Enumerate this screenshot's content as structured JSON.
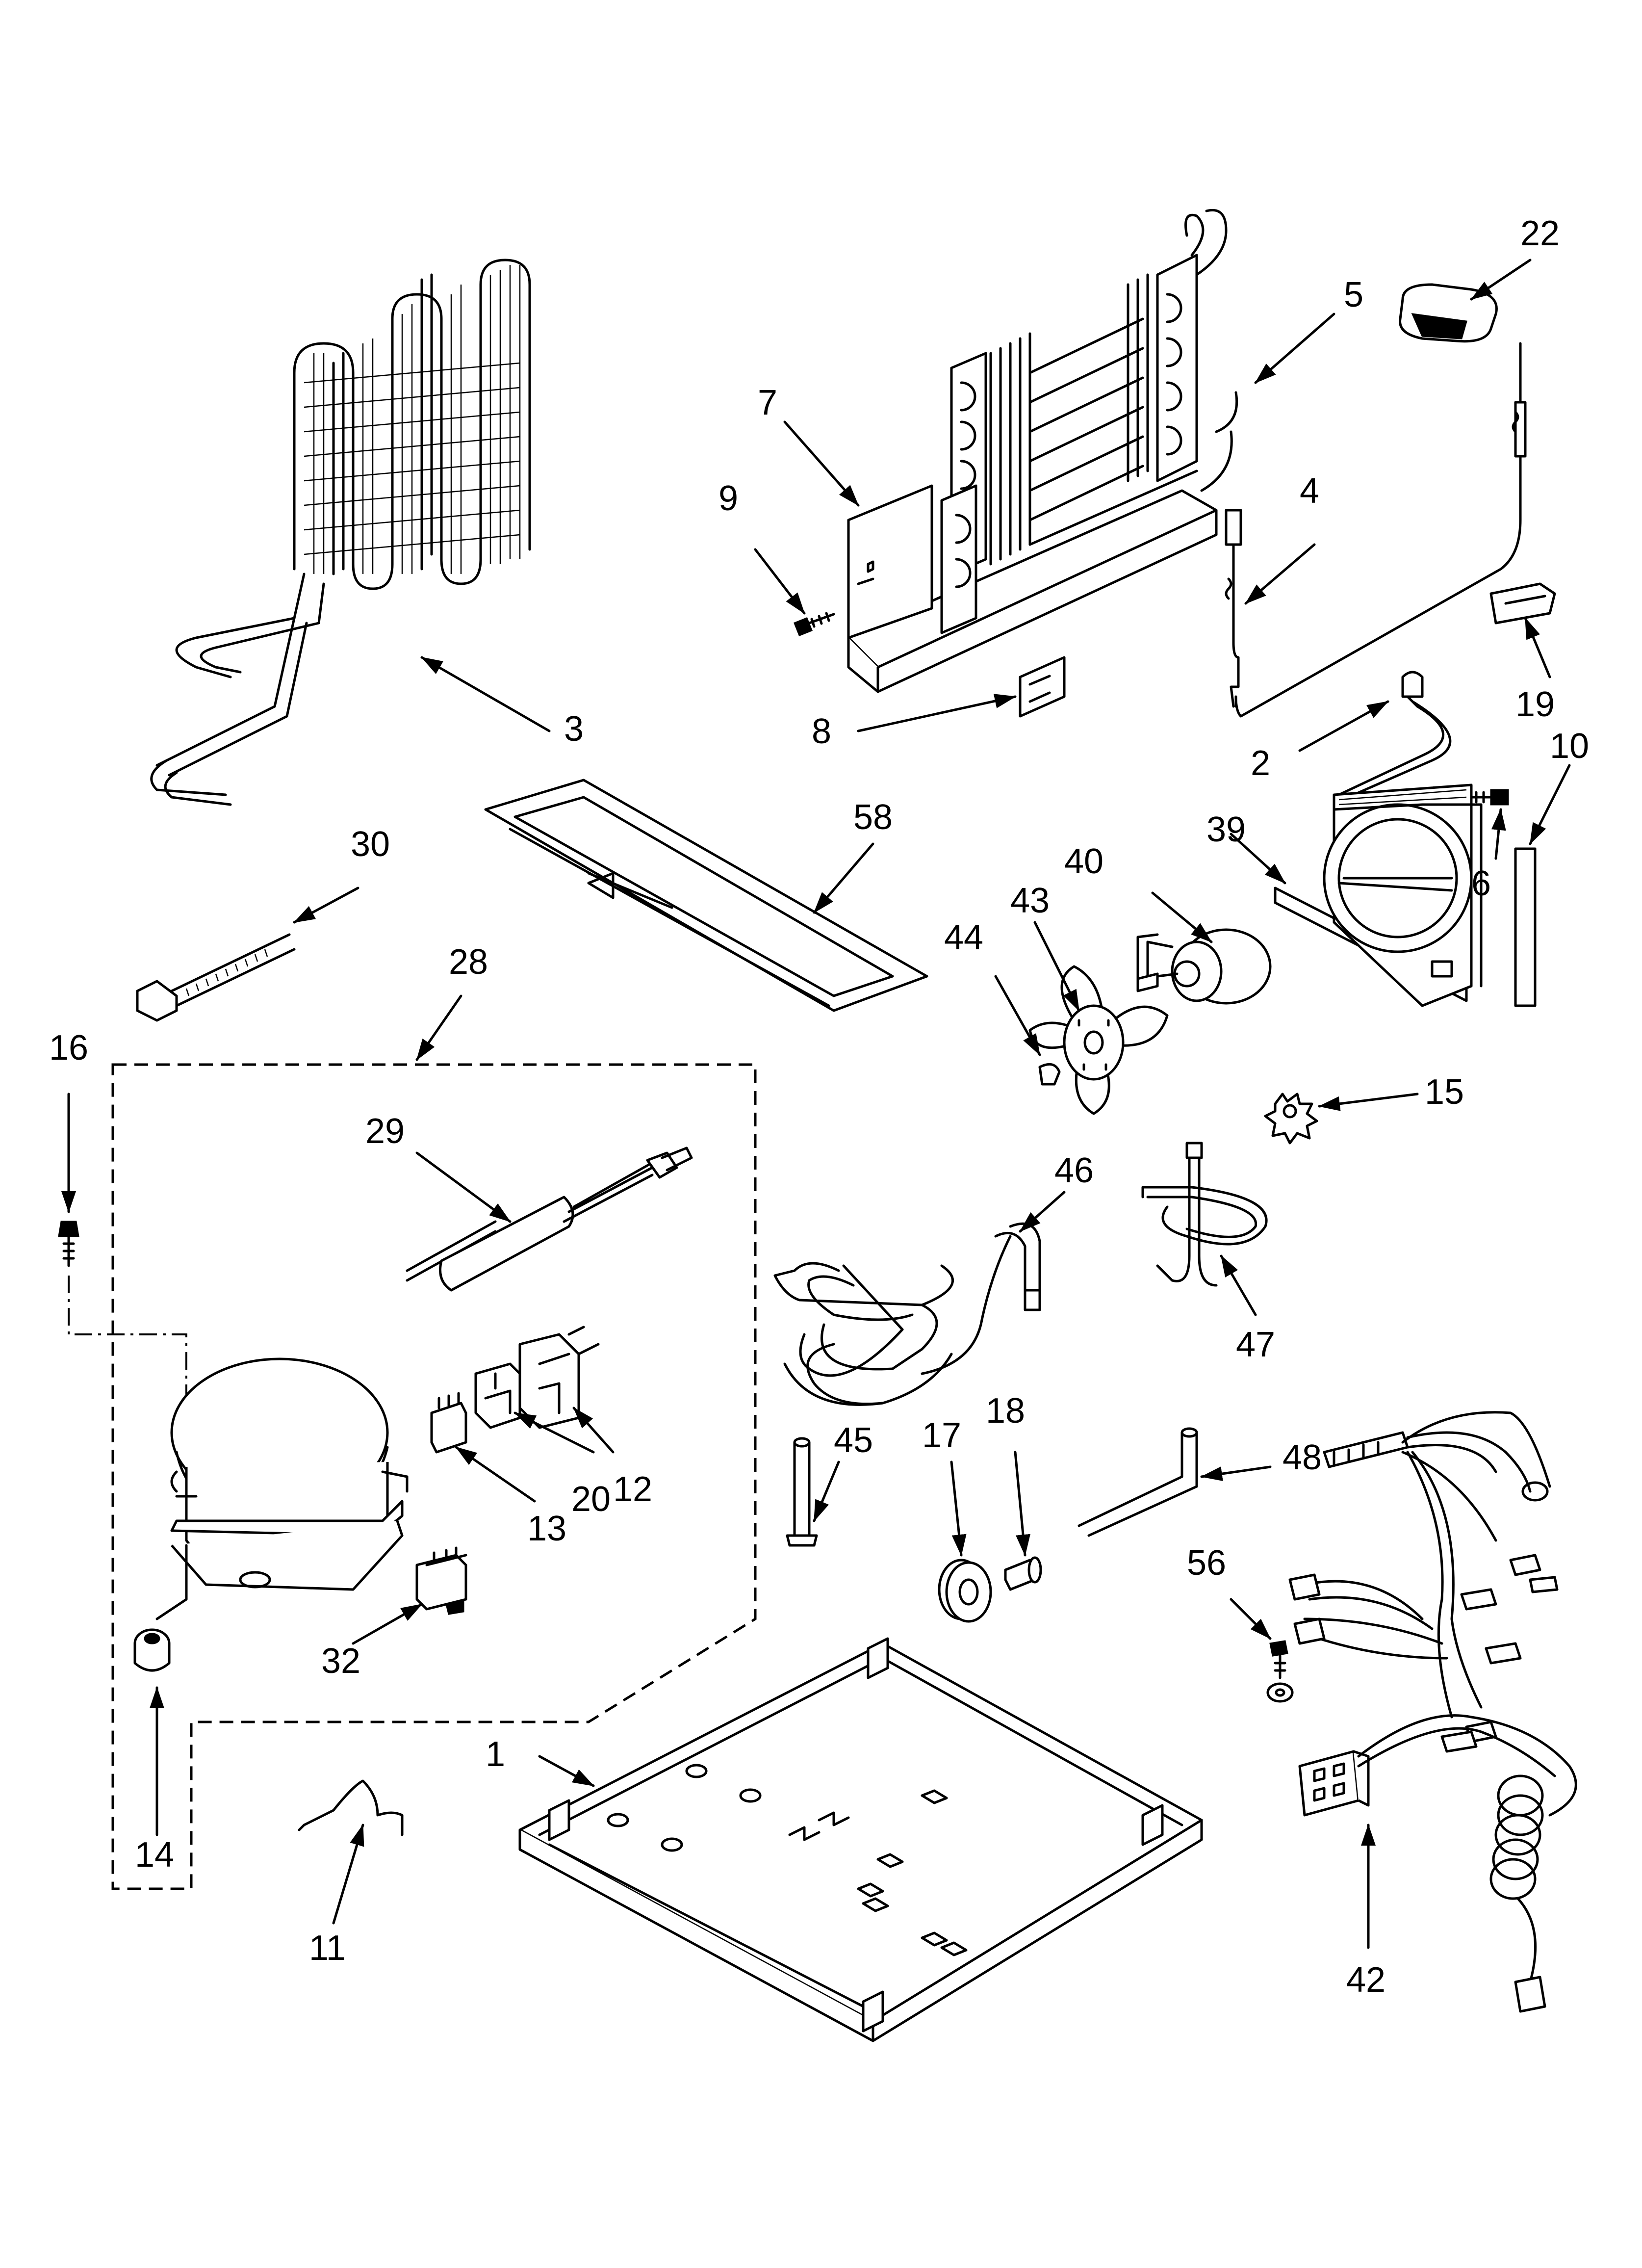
{
  "callouts": [
    {
      "id": "p3",
      "text": "3"
    },
    {
      "id": "p7",
      "text": "7"
    },
    {
      "id": "p9",
      "text": "9"
    },
    {
      "id": "p5",
      "text": "5"
    },
    {
      "id": "p22",
      "text": "22"
    },
    {
      "id": "p4",
      "text": "4"
    },
    {
      "id": "p8",
      "text": "8"
    },
    {
      "id": "p19",
      "text": "19"
    },
    {
      "id": "p2",
      "text": "2"
    },
    {
      "id": "p10",
      "text": "10"
    },
    {
      "id": "p30",
      "text": "30"
    },
    {
      "id": "p58",
      "text": "58"
    },
    {
      "id": "p40",
      "text": "40"
    },
    {
      "id": "p39",
      "text": "39"
    },
    {
      "id": "p6",
      "text": "6"
    },
    {
      "id": "p28",
      "text": "28"
    },
    {
      "id": "p43",
      "text": "43"
    },
    {
      "id": "p44",
      "text": "44"
    },
    {
      "id": "p16",
      "text": "16"
    },
    {
      "id": "p15",
      "text": "15"
    },
    {
      "id": "p29",
      "text": "29"
    },
    {
      "id": "p46",
      "text": "46"
    },
    {
      "id": "p47",
      "text": "47"
    },
    {
      "id": "p12",
      "text": "12"
    },
    {
      "id": "p20",
      "text": "20"
    },
    {
      "id": "p13",
      "text": "13"
    },
    {
      "id": "p45",
      "text": "45"
    },
    {
      "id": "p17",
      "text": "17"
    },
    {
      "id": "p18",
      "text": "18"
    },
    {
      "id": "p48",
      "text": "48"
    },
    {
      "id": "p56",
      "text": "56"
    },
    {
      "id": "p32",
      "text": "32"
    },
    {
      "id": "p14",
      "text": "14"
    },
    {
      "id": "p1",
      "text": "1"
    },
    {
      "id": "p11",
      "text": "11"
    },
    {
      "id": "p42",
      "text": "42"
    }
  ]
}
